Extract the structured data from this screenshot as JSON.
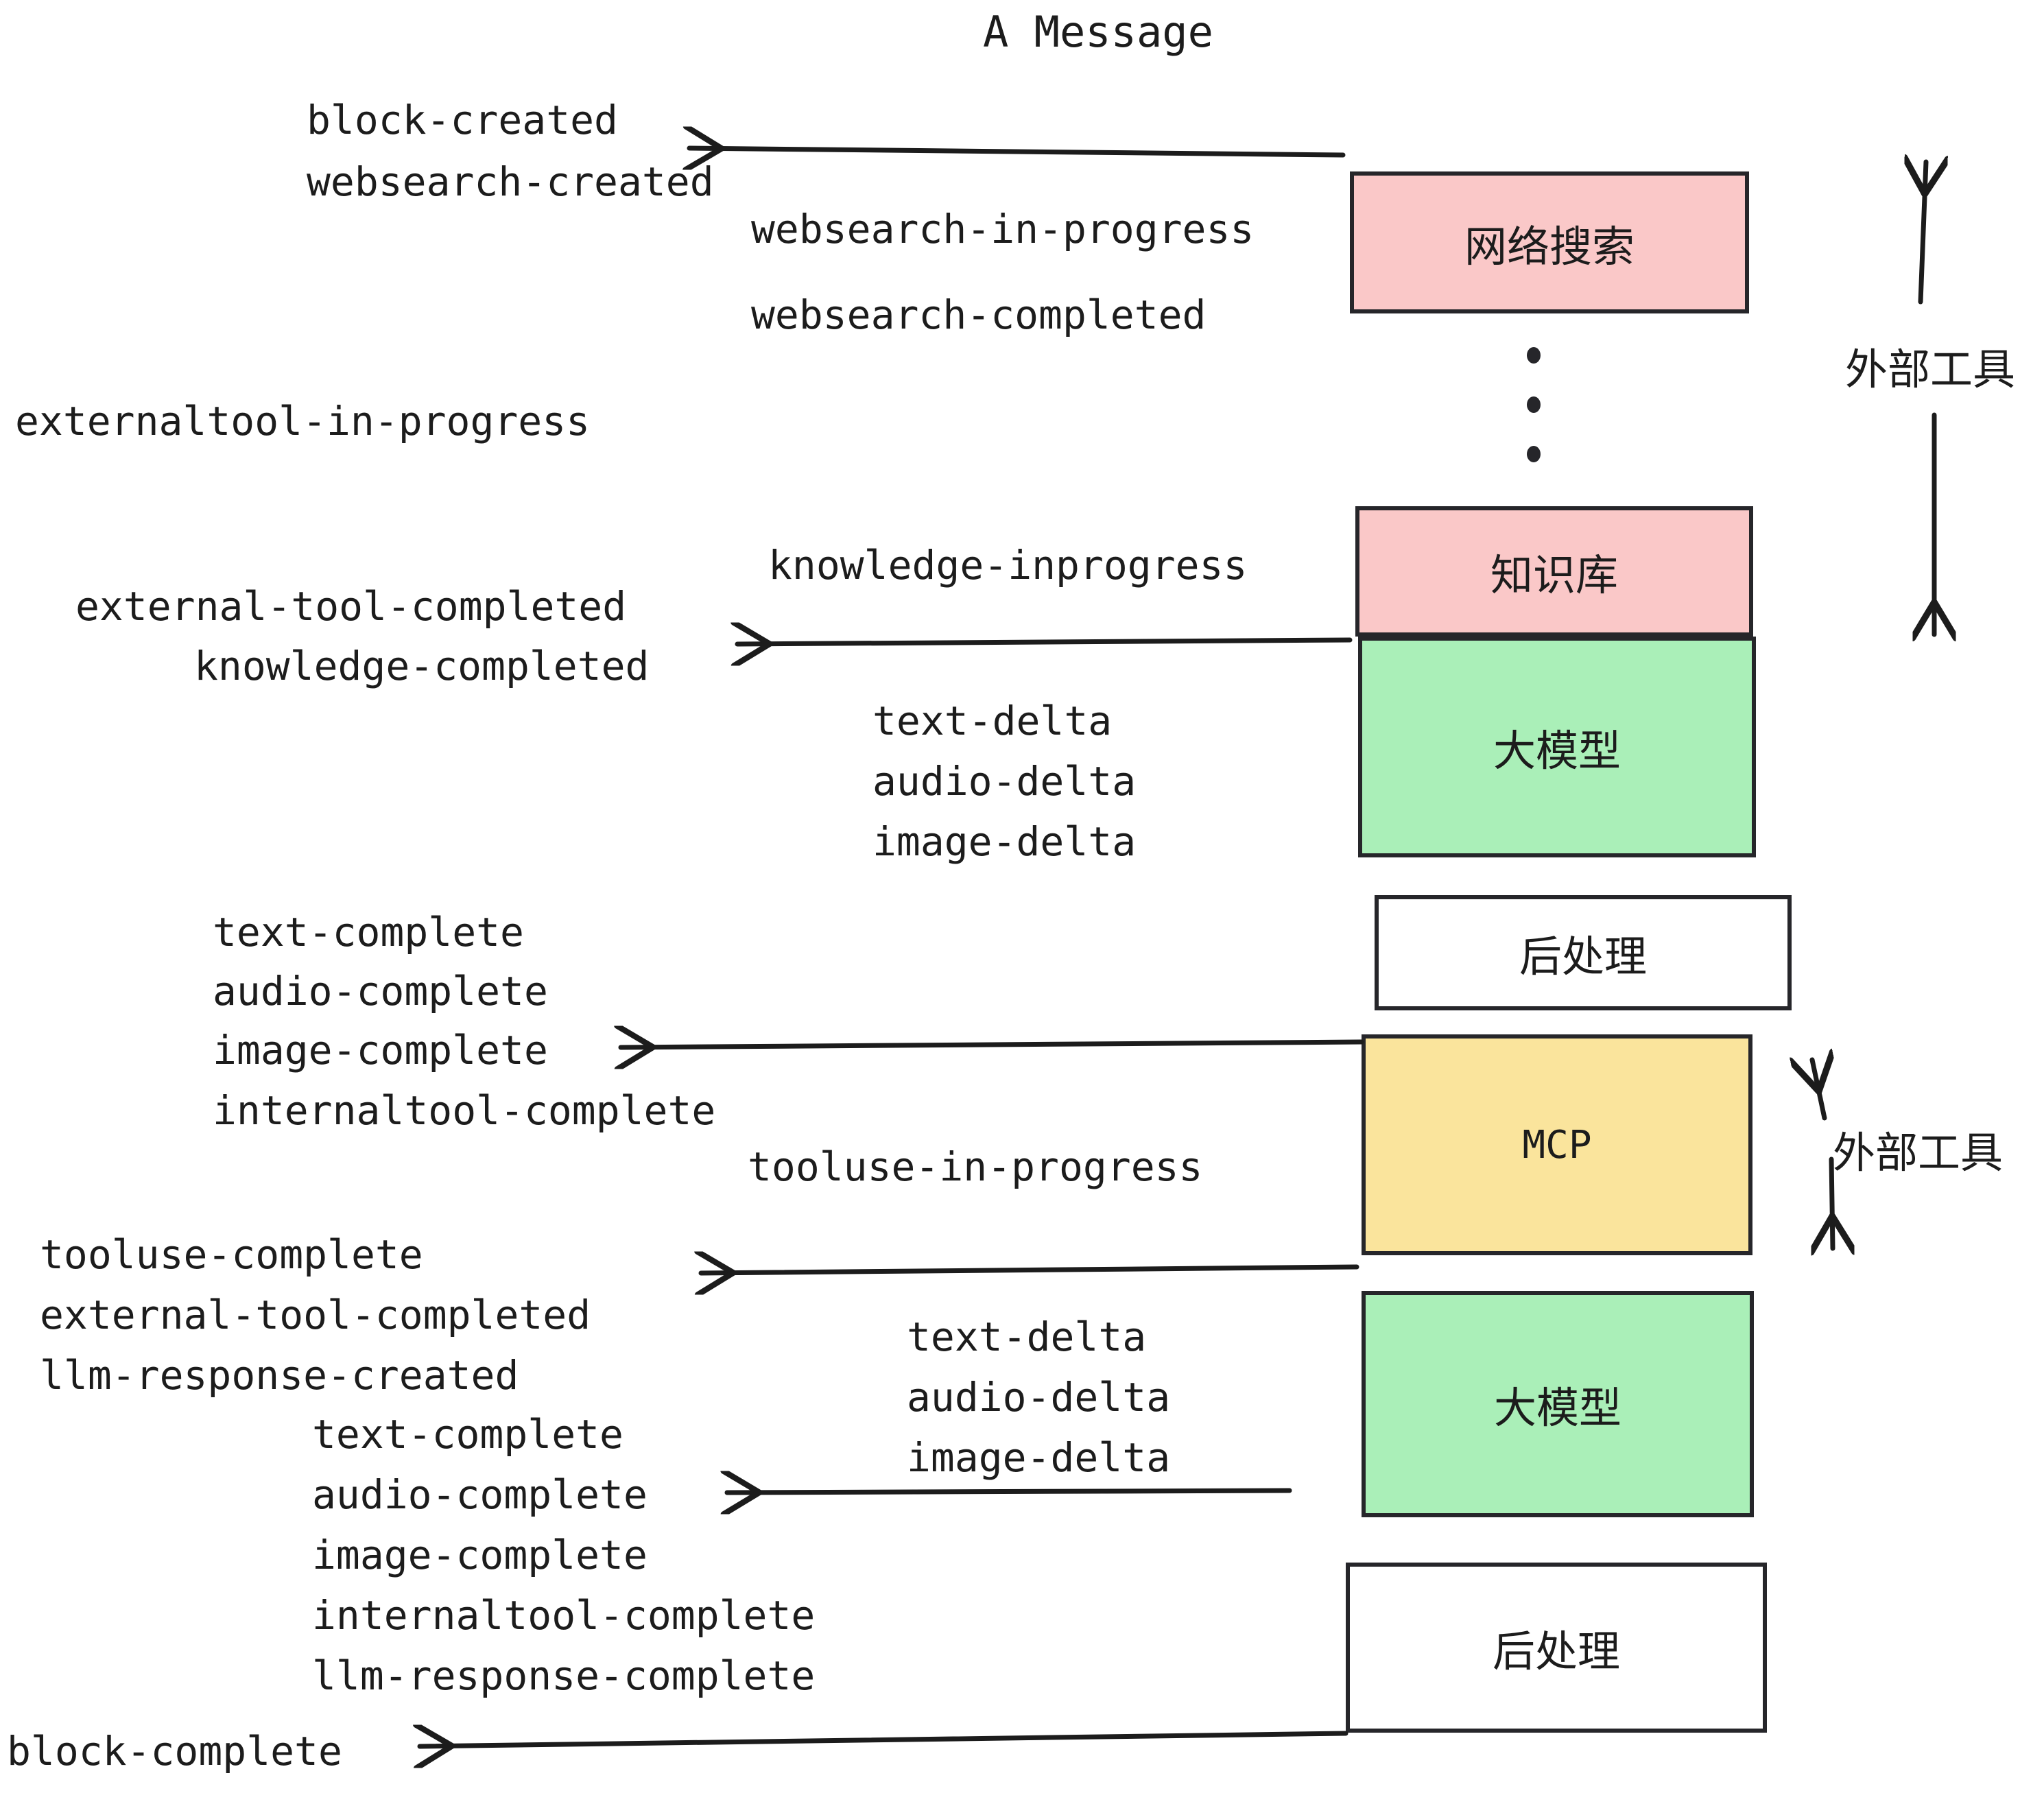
{
  "title": "A Message",
  "boxes": [
    {
      "id": "websearch",
      "label": "网络搜索",
      "color": "#FAC8C8",
      "mono": false
    },
    {
      "id": "knowledge",
      "label": "知识库",
      "color": "#FAC8C8",
      "mono": false
    },
    {
      "id": "llm-top",
      "label": "大模型",
      "color": "#AAEFB8",
      "mono": false
    },
    {
      "id": "postproc-top",
      "label": "后处理",
      "color": "#FFFFFF",
      "mono": false
    },
    {
      "id": "mcp",
      "label": "MCP",
      "color": "#FAE49C",
      "mono": true
    },
    {
      "id": "llm-bottom",
      "label": "大模型",
      "color": "#AAEFB8",
      "mono": false
    },
    {
      "id": "postproc-bottom",
      "label": "后处理",
      "color": "#FFFFFF",
      "mono": false
    }
  ],
  "side_labels": [
    {
      "id": "ext-tools-top",
      "text": "外部工具"
    },
    {
      "id": "ext-tools-bottom",
      "text": "外部工具"
    }
  ],
  "events": [
    {
      "id": "e01",
      "text": "block-created"
    },
    {
      "id": "e02",
      "text": "websearch-created"
    },
    {
      "id": "e03",
      "text": "websearch-in-progress"
    },
    {
      "id": "e04",
      "text": "websearch-completed"
    },
    {
      "id": "e05",
      "text": "externaltool-in-progress"
    },
    {
      "id": "e06",
      "text": "knowledge-inprogress"
    },
    {
      "id": "e07",
      "text": "external-tool-completed"
    },
    {
      "id": "e08",
      "text": "knowledge-completed"
    },
    {
      "id": "e09",
      "text": "text-delta"
    },
    {
      "id": "e10",
      "text": "audio-delta"
    },
    {
      "id": "e11",
      "text": "image-delta"
    },
    {
      "id": "e12",
      "text": "text-complete"
    },
    {
      "id": "e13",
      "text": "audio-complete"
    },
    {
      "id": "e14",
      "text": "image-complete"
    },
    {
      "id": "e15",
      "text": "internaltool-complete"
    },
    {
      "id": "e16",
      "text": "tooluse-in-progress"
    },
    {
      "id": "e17",
      "text": "tooluse-complete"
    },
    {
      "id": "e18",
      "text": "external-tool-completed"
    },
    {
      "id": "e19",
      "text": "llm-response-created"
    },
    {
      "id": "e20",
      "text": "text-delta"
    },
    {
      "id": "e21",
      "text": "audio-delta"
    },
    {
      "id": "e22",
      "text": "image-delta"
    },
    {
      "id": "e23",
      "text": "text-complete"
    },
    {
      "id": "e24",
      "text": "audio-complete"
    },
    {
      "id": "e25",
      "text": "image-complete"
    },
    {
      "id": "e26",
      "text": "internaltool-complete"
    },
    {
      "id": "e27",
      "text": "llm-response-complete"
    },
    {
      "id": "e28",
      "text": "block-complete"
    }
  ],
  "colors": {
    "stroke": "#26262a",
    "pink": "#FAC8C8",
    "green": "#AAEFB8",
    "yellow": "#FAE49C",
    "white": "#FFFFFF"
  }
}
